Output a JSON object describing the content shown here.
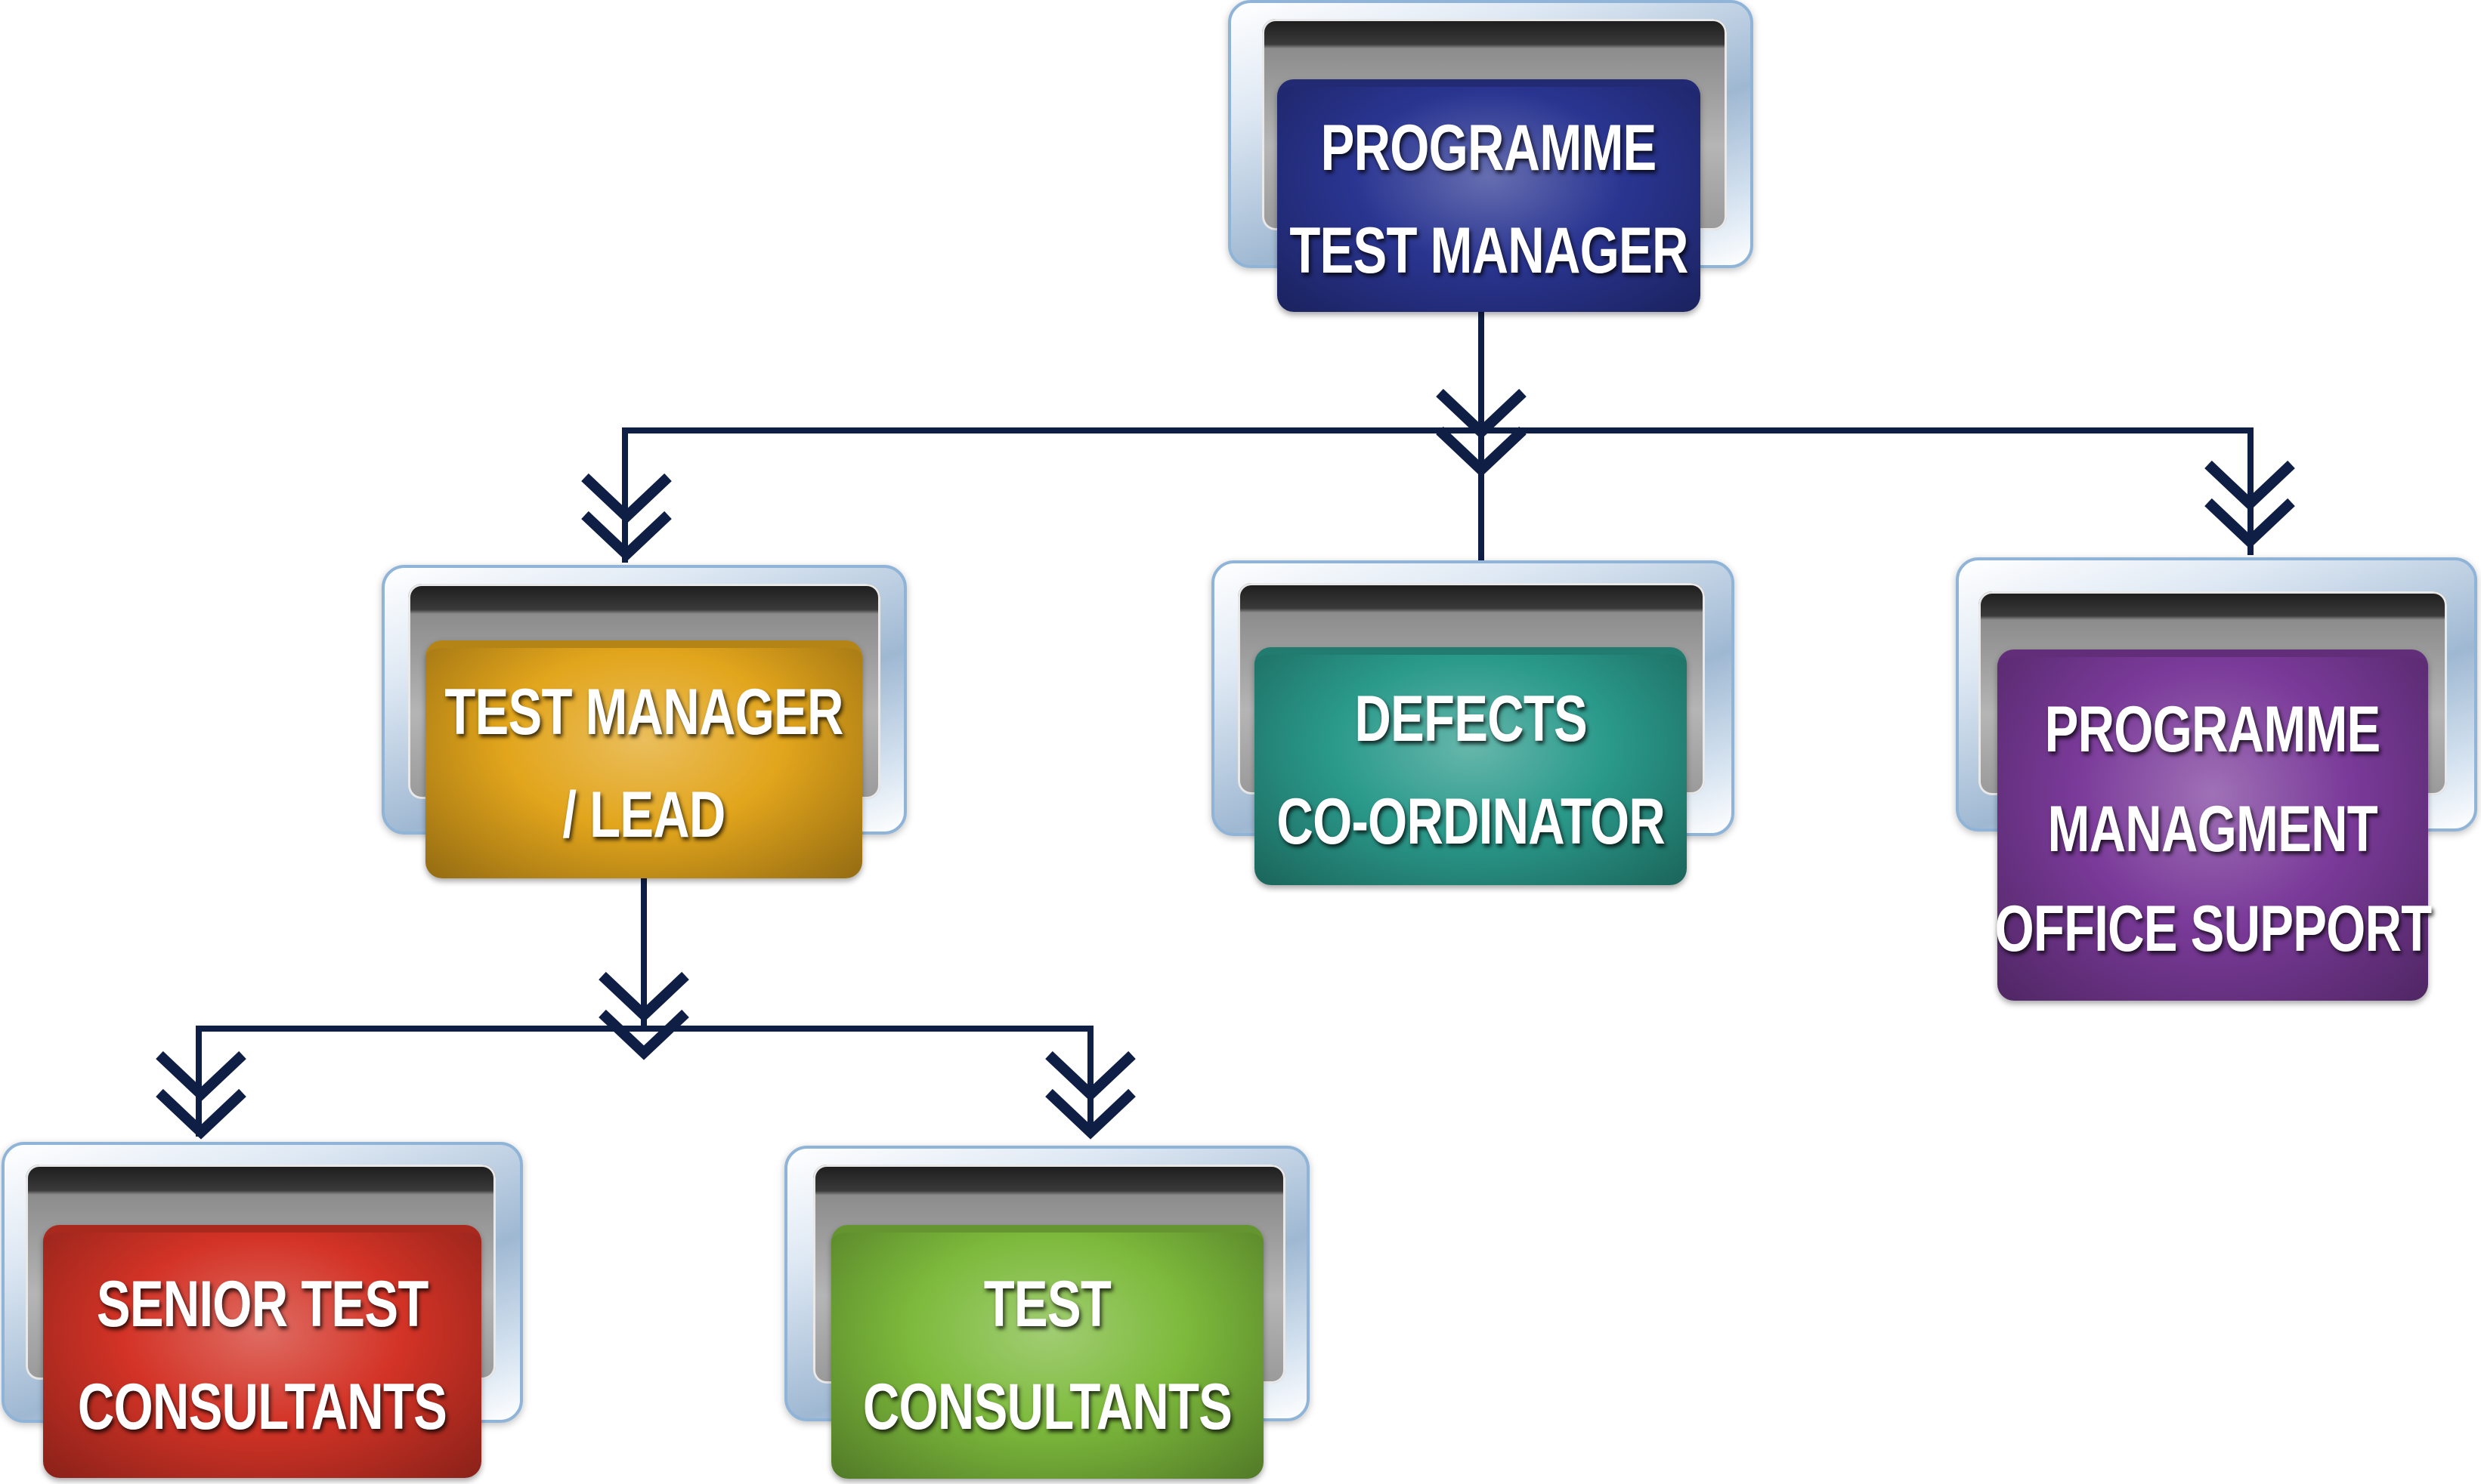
{
  "nodes": {
    "programme_test_manager": {
      "lines": [
        "PROGRAMME",
        "TEST MANAGER"
      ],
      "color": "#2a3591"
    },
    "test_manager_lead": {
      "lines": [
        "TEST MANAGER",
        "/ LEAD"
      ],
      "color": "#e2a51c"
    },
    "defects_coordinator": {
      "lines": [
        "DEFECTS",
        "CO-ORDINATOR"
      ],
      "color": "#2a9a8b"
    },
    "programme_management_office_support": {
      "lines": [
        "PROGRAMME",
        "MANAGMENT",
        "OFFICE SUPPORT"
      ],
      "color": "#7a3a99"
    },
    "senior_test_consultants": {
      "lines": [
        "SENIOR TEST",
        "CONSULTANTS"
      ],
      "color": "#d33326"
    },
    "test_consultants": {
      "lines": [
        "TEST",
        "CONSULTANTS"
      ],
      "color": "#7dba3c"
    }
  },
  "colors": {
    "connector": "#0f1e45",
    "frame_border": "#8fb4d8"
  }
}
